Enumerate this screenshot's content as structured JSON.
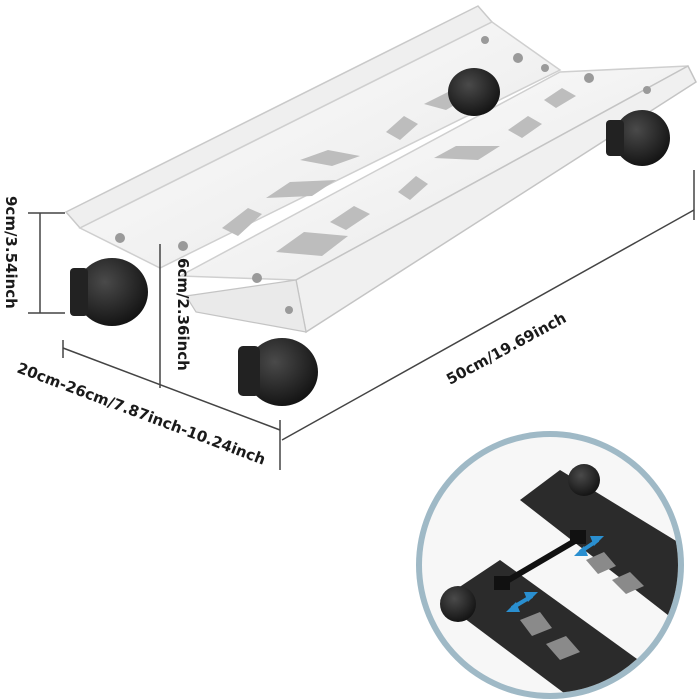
{
  "dimensions": {
    "height_total": "9cm/3.54inch",
    "height_clearance": "6cm/2.36inch",
    "width_range": "20cm-26cm/7.87inch-10.24inch",
    "length": "50cm/19.69inch"
  },
  "colors": {
    "tray": "#f4f4f4",
    "tray_edge": "#c9c9c9",
    "wheel": "#1b1b1b",
    "dim_line": "#444444",
    "inset_ring": "#9fb9c6",
    "inset_plate": "#2b2b2b",
    "arrow": "#2a8fd0"
  },
  "icons": [
    "caster-wheel-icon",
    "adjust-arrow-icon"
  ]
}
